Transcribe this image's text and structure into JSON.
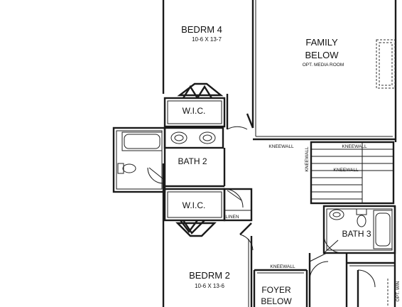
{
  "rooms": {
    "bedroom4": {
      "name": "BEDRM 4",
      "dims": "10-6 X 13-7"
    },
    "family": {
      "line1": "FAMILY",
      "line2": "BELOW",
      "note": "OPT. MEDIA ROOM"
    },
    "wic_upper": {
      "name": "W.I.C."
    },
    "bath2": {
      "name": "BATH 2"
    },
    "wic_lower": {
      "name": "W.I.C."
    },
    "linen": {
      "name": "LINEN"
    },
    "bath3": {
      "name": "BATH 3"
    },
    "bedroom2": {
      "name": "BEDRM 2",
      "dims": "10-6 X 13-6"
    },
    "foyer": {
      "line1": "FOYER",
      "line2": "BELOW"
    }
  },
  "kneewall_labels": [
    "KNEEWALL",
    "KNEEWALL",
    "KNEEWALL",
    "KNEEWALL",
    "KNEEWALL"
  ],
  "edge_text": "OPT. WIN"
}
